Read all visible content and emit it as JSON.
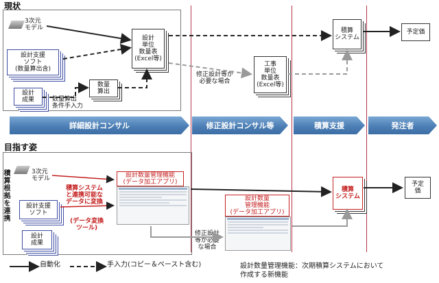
{
  "current": {
    "title": "現状",
    "model": "3次元\nモデル",
    "support_software": "設計支援\nソフト\n(数量算出含)",
    "design_results": "設計\n成果",
    "quantity_calc": "数量\n算出",
    "quantity_calc_label": "数量算出\n条件手入力",
    "design_unit_sheet": "設計\n単位\n数量表\n(Excel等)",
    "if_modified": "修正設計等が\n必要な場合",
    "construction_unit_sheet": "工事\n単位\n数量表\n(Excel等)",
    "estimating_system": "積算\nシステム",
    "planned_price": "予定価"
  },
  "phases": [
    "詳細設計コンサル",
    "修正設計コンサル等",
    "積算支援",
    "発注者"
  ],
  "target": {
    "title": "目指す姿",
    "vertical_label": "積\n算\n根\n拠\nを\n連\n携",
    "model": "3次元\nモデル",
    "support_software": "設計支援\nソフト",
    "design_results": "設計\n成果",
    "conversion_note": "積算システム\nと連携可能な\nデータに変換",
    "conversion_tool": "(データ変換\nツール)",
    "function_main": "設計数量管理機能\n(データ加工アプリ)",
    "function_second": "設計数量\n管理機能\n(データ加工アプリ)",
    "if_modified": "修正設計\n等が必要\nな場合",
    "estimating_system": "積算\nシステム",
    "planned_price": "予定\n価"
  },
  "legend": {
    "auto": "自動化",
    "manual": "手入力(コピー＆ペースト含む)",
    "note": "設計数量管理機能：次期積算システムにおいて\n作成する新機能"
  },
  "colors": {
    "accent_red": "#c41e1e",
    "divider": "#b5334b",
    "band": "#4d7fb5",
    "doc_blue": "#3a4aa0"
  }
}
